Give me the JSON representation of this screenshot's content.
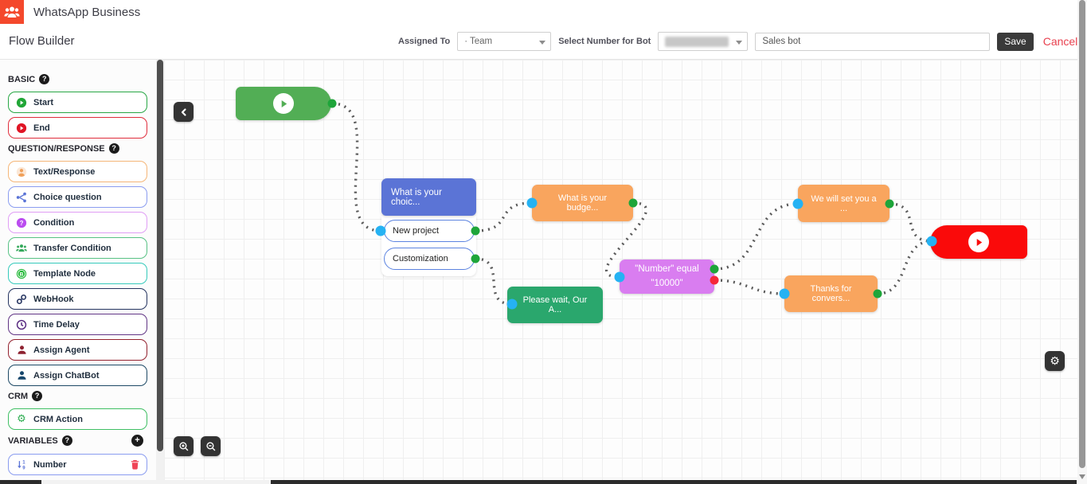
{
  "app": {
    "title": "WhatsApp Business"
  },
  "page": {
    "title": "Flow Builder"
  },
  "icons": {
    "help": "?",
    "add": "+",
    "gear": "⚙"
  },
  "colors": {
    "logo_red": "#f4482c",
    "save_bg": "#3a3a3a",
    "cancel_red": "#e8414f",
    "hamburger_green": "#3bb77e",
    "node_blue": "#5b74d6",
    "node_orange": "#f9a55e",
    "node_green": "#2aa76d",
    "node_purple": "#d97df0",
    "start_green": "#52ae55",
    "end_red": "#fa0a0a",
    "port_blue": "#25b2f3",
    "port_green": "#1ea53a",
    "port_red": "#f5273a",
    "wire_gray": "#5a5a5a"
  },
  "toolbar": {
    "assigned_to_label": "Assigned To",
    "assigned_to_value": "· Team",
    "select_number_label": "Select Number for Bot",
    "select_number_value": "",
    "select_number_redacted": true,
    "bot_name_value": "Sales bot",
    "save_label": "Save",
    "cancel_label": "Cancel"
  },
  "sidebar": {
    "sections": [
      {
        "title": "BASIC",
        "items": [
          {
            "label": "Start",
            "icon": "play-circle-icon",
            "color": "#28a745"
          },
          {
            "label": "End",
            "icon": "play-circle-icon",
            "color": "#e02d3c"
          }
        ]
      },
      {
        "title": "QUESTION/RESPONSE",
        "items": [
          {
            "label": "Text/Response",
            "icon": "user-circle-icon",
            "color": "#f0a05a"
          },
          {
            "label": "Choice question",
            "icon": "share-icon",
            "color": "#5b74d6"
          },
          {
            "label": "Condition",
            "icon": "question-circle-icon",
            "color": "#bb4df0"
          },
          {
            "label": "Transfer Condition",
            "icon": "users-icon",
            "color": "#35a95c"
          },
          {
            "label": "Template Node",
            "icon": "circle-b-icon",
            "color": "#25b93a"
          },
          {
            "label": "WebHook",
            "icon": "link-icon",
            "color": "#24335f"
          },
          {
            "label": "Time Delay",
            "icon": "clock-icon",
            "color": "#5a2d82"
          },
          {
            "label": "Assign Agent",
            "icon": "user-icon",
            "color": "#8e2230"
          },
          {
            "label": "Assign ChatBot",
            "icon": "user-icon",
            "color": "#16466b"
          }
        ]
      },
      {
        "title": "CRM",
        "items": [
          {
            "label": "CRM Action",
            "icon": "cogs-icon",
            "color": "#2fae52"
          }
        ]
      },
      {
        "title": "VARIABLES",
        "has_add_button": true,
        "items": [
          {
            "label": "Number",
            "icon": "sort-numeric-icon",
            "color": "#5b74d6",
            "deletable": true
          }
        ]
      }
    ]
  },
  "canvas": {
    "nodes": {
      "start": {
        "type": "start"
      },
      "choice": {
        "title": "What is your choic...",
        "options": [
          "New project",
          "Customization"
        ]
      },
      "budget": {
        "label": "What is your budge..."
      },
      "wait": {
        "label": "Please wait, Our A..."
      },
      "condition": {
        "line1": "\"Number\" equal",
        "line2": "\"10000\""
      },
      "setup": {
        "label": "We will set you a ..."
      },
      "thanks": {
        "label": "Thanks for convers..."
      },
      "end": {
        "type": "end"
      }
    }
  }
}
